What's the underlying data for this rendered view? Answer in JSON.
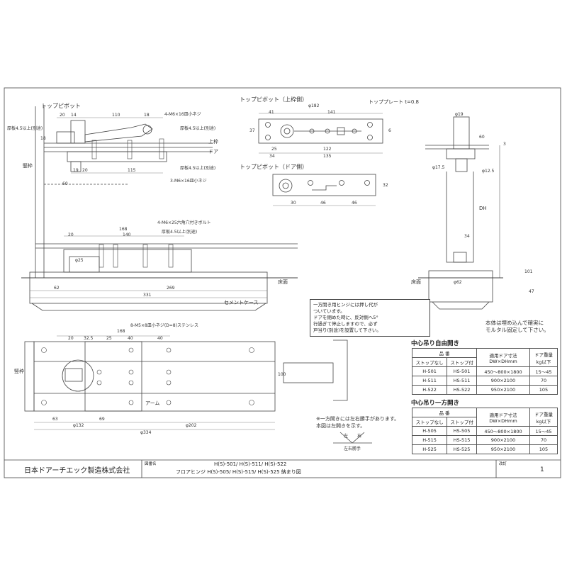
{
  "views": {
    "top_pivot": "トップピボット",
    "top_pivot_frame": "トップピボット（上枠側）",
    "top_pivot_door": "トップピボット（ドア側）"
  },
  "labels": {
    "frame_left": "竪枠",
    "frame_bottom": "竪枠",
    "upper_frame": "上枠",
    "door": "ドア",
    "floor": "床面",
    "floor2": "床面",
    "cement_case": "セメントケース",
    "arm": "アーム",
    "top_plate": "トッププレート t=0.8",
    "dh": "DH"
  },
  "callouts": {
    "m6_screws": "4-M6×16皿小ネジ",
    "screw_2": "3-M6×16皿小ネジ",
    "thick1": "厚板4.5以上(別途)",
    "thick2": "厚板4.5以上(別途)",
    "thick3": "厚板4.5以上(別途)",
    "anchor_bolt": "4-M6×25六角穴付きボルト",
    "thick4": "厚板4.5以上(別途)",
    "m5_screws": "8-M5×8皿小ネジ(D=8)ステンレス"
  },
  "dimensions": {
    "d20": "20",
    "d14": "14",
    "d110": "110",
    "d18": "18",
    "d18b": "18",
    "d19": "19",
    "d20b": "20",
    "d115": "115",
    "d60": "60",
    "d168": "168",
    "d20c": "20",
    "d140": "140",
    "d62": "62",
    "d269": "269",
    "d331": "331",
    "phi25": "φ25",
    "phi182": "φ182",
    "d41": "41",
    "d141": "141",
    "d25": "25",
    "d122": "122",
    "d34": "34",
    "d135": "135",
    "d37": "37",
    "d30": "30",
    "d46": "46",
    "d46b": "46",
    "d32": "32",
    "d6": "6",
    "phi19": "φ19",
    "phi17_5": "φ17.5",
    "phi12_5": "φ12.5",
    "d3": "3",
    "d101": "101",
    "phi62": "φ62",
    "d47": "47",
    "d60b": "60",
    "d34b": "34",
    "d168b": "168",
    "d20d": "20",
    "d32_5": "32.5",
    "d25b": "25",
    "d40": "40",
    "d40b": "40",
    "d63": "63",
    "d69": "69",
    "phi132": "φ132",
    "phi202": "φ202",
    "phi334": "φ334",
    "d100": "100"
  },
  "note_box": {
    "lines": [
      "一方開き用ヒンジには押し代が",
      "ついています。",
      "ドアを閉めた時に、反対側へ5°",
      "行過ぎて停止しますので、必ず",
      "戸当り(別途)を設置して下さい。"
    ]
  },
  "install_note": {
    "lines": [
      "本体は埋め込んで確実に",
      "モルタル固定して下さい。"
    ]
  },
  "hand_note": {
    "lines": [
      "※一方開きには左右勝手があります。",
      "本図は左開きを示す。"
    ],
    "diagram_left": "左",
    "diagram_right": "右",
    "diagram_caption": "左右勝手"
  },
  "table1": {
    "caption": "中心吊り自由開き",
    "header_group": "品 番",
    "header_stop_none": "ストップなし",
    "header_stop": "ストップ付",
    "header_size": "適用ドア寸法 DW×DHmm",
    "header_weight": "ドア重量 kg以下",
    "rows": [
      [
        "H-501",
        "HS-501",
        "450～800×1800",
        "15～45"
      ],
      [
        "H-511",
        "HS-511",
        "900×2100",
        "70"
      ],
      [
        "H-522",
        "HS-522",
        "950×2100",
        "105"
      ]
    ]
  },
  "table2": {
    "caption": "中心吊り一方開き",
    "header_group": "品 番",
    "header_stop_none": "ストップなし",
    "header_stop": "ストップ付",
    "header_size": "適用ドア寸法 DW×DHmm",
    "header_weight": "ドア重量 kg以下",
    "rows": [
      [
        "H-505",
        "HS-505",
        "450～800×1800",
        "15～45"
      ],
      [
        "H-515",
        "HS-515",
        "900×2100",
        "70"
      ],
      [
        "H-525",
        "HS-525",
        "950×2100",
        "105"
      ]
    ]
  },
  "title_block": {
    "company": "日本ドアーチエック製造株式会社",
    "label_name": "図番名",
    "models_1": "H(S)-501/ H(S)-511/ H(S)-522",
    "product": "フロアヒンジ H(S)-505/ H(S)-515/ H(S)-525 納まり図",
    "label_rev": "改訂",
    "rev": "1"
  }
}
